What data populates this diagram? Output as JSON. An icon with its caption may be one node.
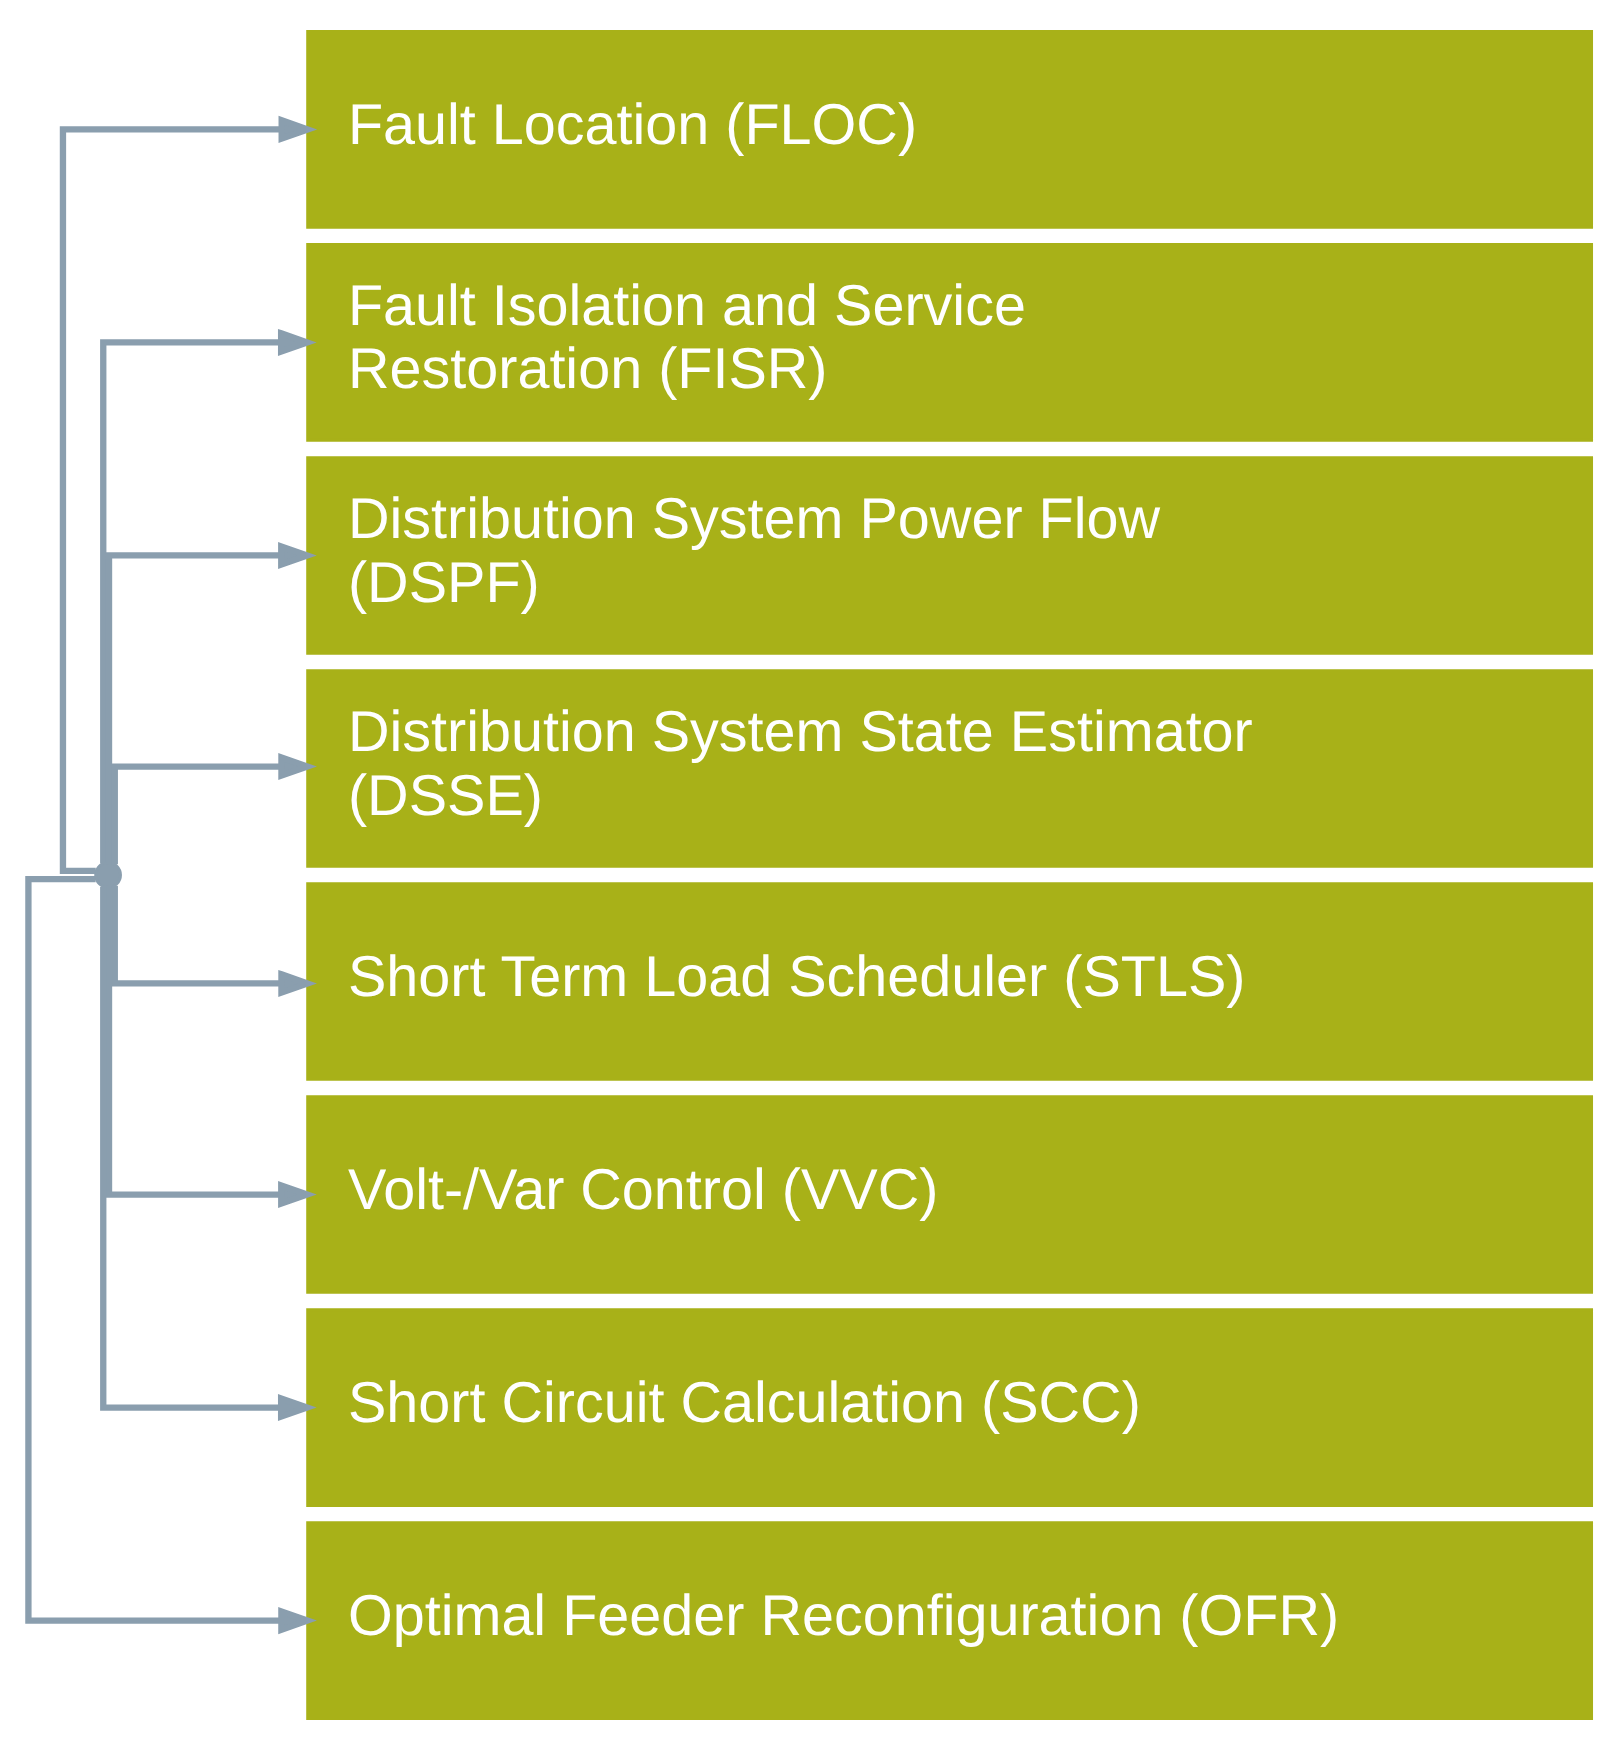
{
  "diagram": {
    "nodes": [
      {
        "text": [],
        "shape": "circle"
      },
      {
        "text": [
          "Fault Location (FLOC)"
        ]
      },
      {
        "text": [
          "Fault Isolation and Service Restoration (FISR)"
        ]
      },
      {
        "text": [
          "Distribution System Power Flow (DSPF)"
        ]
      },
      {
        "text": [
          "Distribution System State Estimator (DSSE)"
        ]
      },
      {
        "text": [
          "Short Term Load Scheduler (STLS)"
        ]
      },
      {
        "text": [
          "Volt-/Var Control (VVC)"
        ]
      },
      {
        "text": [
          "Short Circuit Calculation (SCC)"
        ]
      },
      {
        "text": [
          "Optimal Feeder Reconfiguration (OFR)"
        ]
      }
    ],
    "edges": [
      {
        "from": 0,
        "to": 1,
        "arrow": "to"
      },
      {
        "from": 0,
        "to": 2,
        "arrow": "to"
      },
      {
        "from": 0,
        "to": 3,
        "arrow": "to"
      },
      {
        "from": 0,
        "to": 4,
        "arrow": "to"
      },
      {
        "from": 0,
        "to": 5,
        "arrow": "to"
      },
      {
        "from": 0,
        "to": 6,
        "arrow": "to"
      },
      {
        "from": 0,
        "to": 7,
        "arrow": "to"
      },
      {
        "from": 0,
        "to": 8,
        "arrow": "to"
      }
    ]
  }
}
